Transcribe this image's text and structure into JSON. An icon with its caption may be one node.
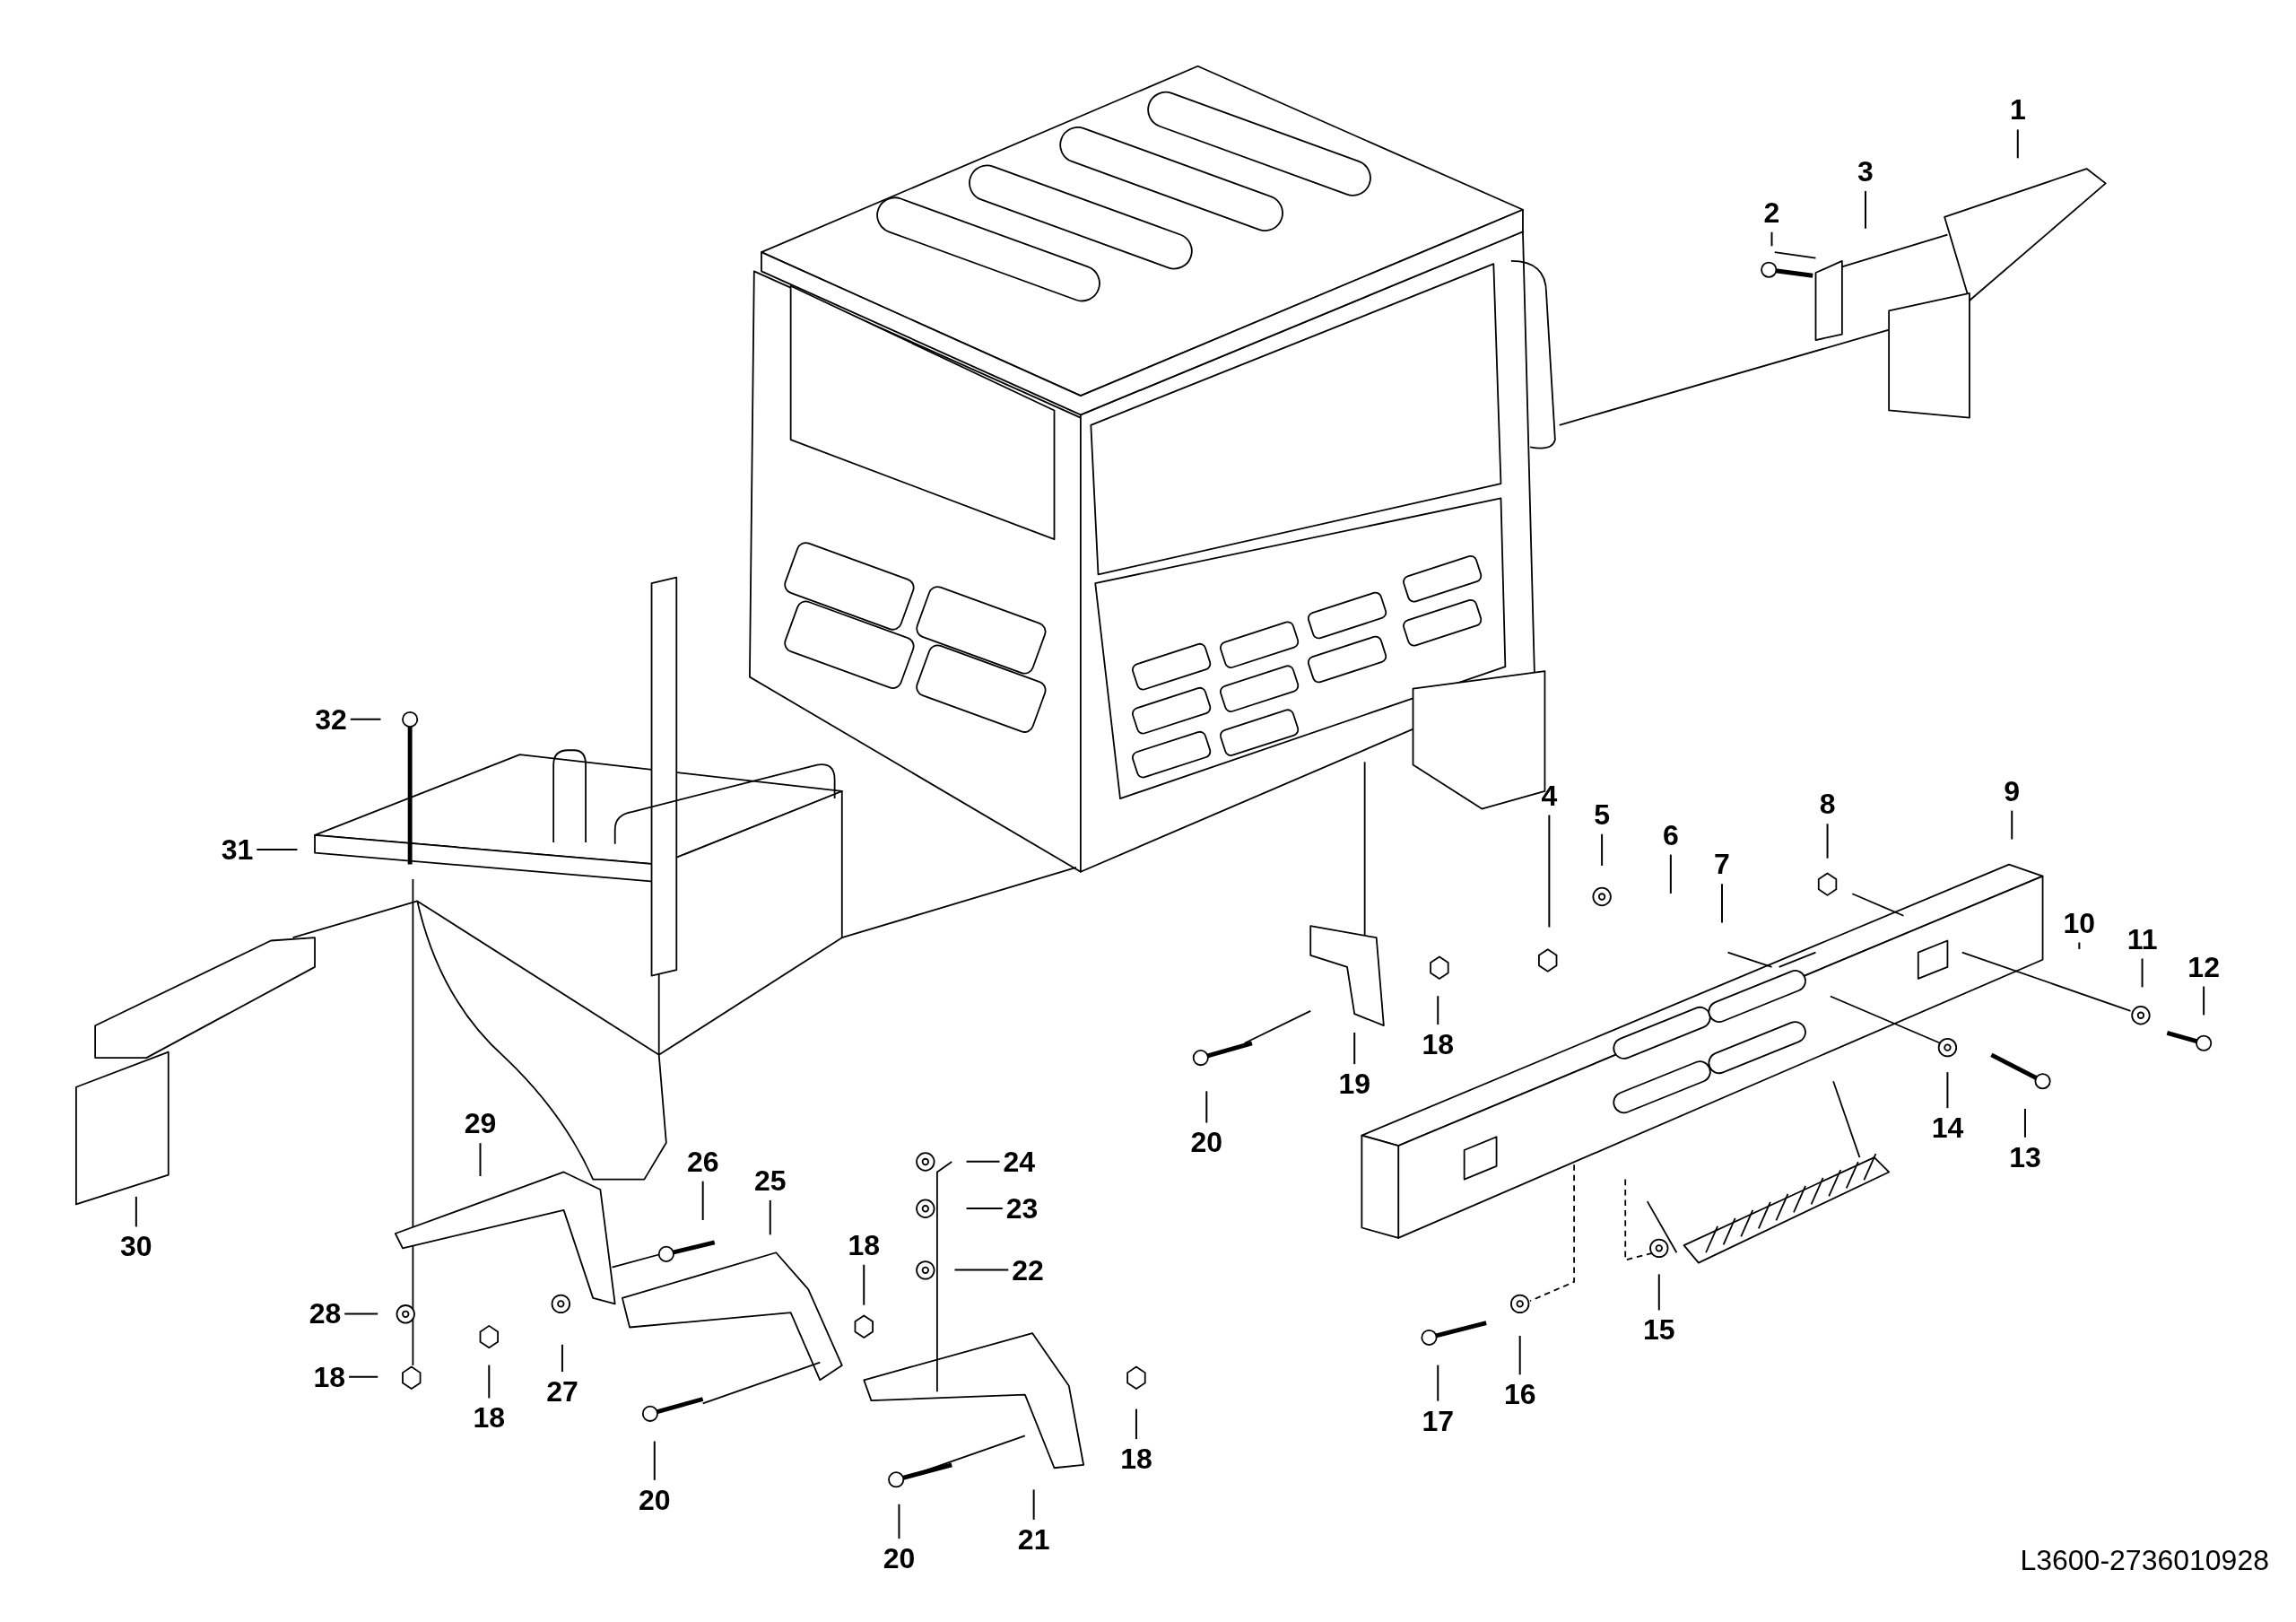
{
  "diagram": {
    "nodes": [
      {
        "text": [
          "1"
        ]
      },
      {
        "text": [
          "3"
        ]
      },
      {
        "text": [
          "2"
        ]
      },
      {
        "text": [
          "32"
        ]
      },
      {
        "text": [
          "9"
        ]
      },
      {
        "text": [
          "4"
        ]
      },
      {
        "text": [
          "8"
        ]
      },
      {
        "text": [
          "5"
        ]
      },
      {
        "text": [
          "6"
        ]
      },
      {
        "text": [
          "31"
        ]
      },
      {
        "text": [
          "7"
        ]
      },
      {
        "text": [
          "10"
        ]
      },
      {
        "text": [
          "11"
        ]
      },
      {
        "text": [
          "12"
        ]
      },
      {
        "text": [
          "18"
        ]
      },
      {
        "text": [
          "19"
        ]
      },
      {
        "text": [
          "29"
        ]
      },
      {
        "text": [
          "14"
        ]
      },
      {
        "text": [
          "20"
        ]
      },
      {
        "text": [
          "13"
        ]
      },
      {
        "text": [
          "24"
        ]
      },
      {
        "text": [
          "26"
        ]
      },
      {
        "text": [
          "25"
        ]
      },
      {
        "text": [
          "23"
        ]
      },
      {
        "text": [
          "30"
        ]
      },
      {
        "text": [
          "18"
        ]
      },
      {
        "text": [
          "22"
        ]
      },
      {
        "text": [
          "28"
        ]
      },
      {
        "text": [
          "15"
        ]
      },
      {
        "text": [
          "18"
        ]
      },
      {
        "text": [
          "27"
        ]
      },
      {
        "text": [
          "16"
        ]
      },
      {
        "text": [
          "18"
        ]
      },
      {
        "text": [
          "17"
        ]
      },
      {
        "text": [
          "18"
        ]
      },
      {
        "text": [
          "20"
        ]
      },
      {
        "text": [
          "21"
        ]
      },
      {
        "text": [
          "20"
        ]
      }
    ],
    "edges": [
      {
        "from": 0,
        "to": null,
        "arrow": "none"
      },
      {
        "from": 1,
        "to": null,
        "arrow": "none"
      },
      {
        "from": 2,
        "to": null,
        "arrow": "none"
      },
      {
        "from": 3,
        "to": null,
        "arrow": "none"
      },
      {
        "from": 4,
        "to": null,
        "arrow": "none"
      },
      {
        "from": 5,
        "to": null,
        "arrow": "none"
      },
      {
        "from": 6,
        "to": null,
        "arrow": "none"
      },
      {
        "from": 7,
        "to": null,
        "arrow": "none"
      },
      {
        "from": 8,
        "to": null,
        "arrow": "none"
      },
      {
        "from": 9,
        "to": null,
        "arrow": "none"
      },
      {
        "from": 10,
        "to": null,
        "arrow": "none"
      },
      {
        "from": 11,
        "to": null,
        "arrow": "none"
      },
      {
        "from": 12,
        "to": null,
        "arrow": "none"
      },
      {
        "from": 13,
        "to": null,
        "arrow": "none"
      },
      {
        "from": 14,
        "to": null,
        "arrow": "none"
      },
      {
        "from": 15,
        "to": null,
        "arrow": "none"
      },
      {
        "from": 16,
        "to": null,
        "arrow": "none"
      },
      {
        "from": 17,
        "to": null,
        "arrow": "none"
      },
      {
        "from": 18,
        "to": null,
        "arrow": "none"
      },
      {
        "from": 19,
        "to": null,
        "arrow": "none"
      },
      {
        "from": 20,
        "to": null,
        "arrow": "none"
      },
      {
        "from": 21,
        "to": null,
        "arrow": "none"
      },
      {
        "from": 22,
        "to": null,
        "arrow": "none"
      },
      {
        "from": 23,
        "to": null,
        "arrow": "none"
      },
      {
        "from": 24,
        "to": null,
        "arrow": "none"
      },
      {
        "from": 25,
        "to": null,
        "arrow": "none"
      },
      {
        "from": 26,
        "to": null,
        "arrow": "none"
      },
      {
        "from": 27,
        "to": null,
        "arrow": "none"
      },
      {
        "from": 28,
        "to": null,
        "arrow": "none"
      },
      {
        "from": 29,
        "to": null,
        "arrow": "none"
      },
      {
        "from": 30,
        "to": null,
        "arrow": "none"
      },
      {
        "from": 31,
        "to": null,
        "arrow": "none"
      },
      {
        "from": 32,
        "to": null,
        "arrow": "none"
      },
      {
        "from": 33,
        "to": null,
        "arrow": "none"
      },
      {
        "from": 34,
        "to": null,
        "arrow": "none"
      },
      {
        "from": 35,
        "to": null,
        "arrow": "none"
      },
      {
        "from": 36,
        "to": null,
        "arrow": "none"
      },
      {
        "from": 37,
        "to": null,
        "arrow": "none"
      }
    ],
    "labels": [
      "L3600-2736010928"
    ]
  }
}
